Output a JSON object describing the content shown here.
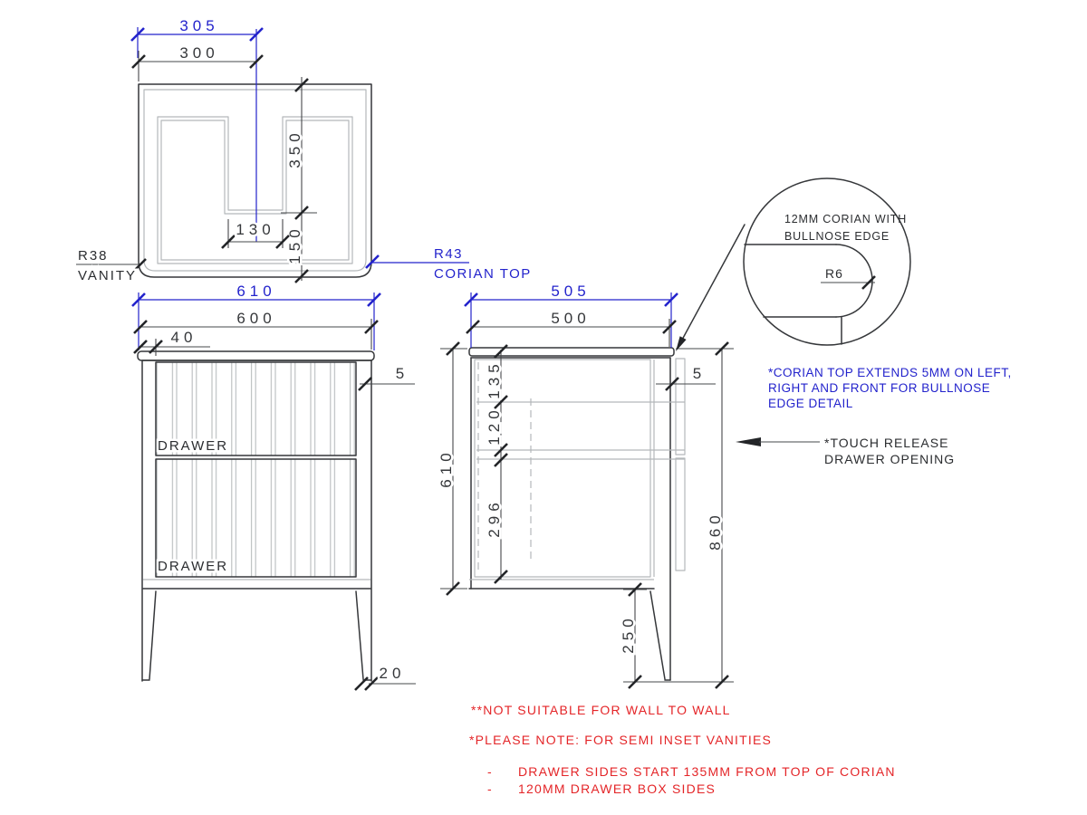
{
  "colors": {
    "dimension_blue": "#2323cc",
    "note_red": "#e42528",
    "line_dark": "#35373a",
    "line_gray": "#b4b8ba",
    "background": "#ffffff"
  },
  "top_view": {
    "dim_305": "305",
    "dim_300": "300",
    "dim_350": "350",
    "dim_150": "150",
    "dim_130": "130",
    "radius_left": "R38",
    "radius_left_label": "VANITY",
    "radius_right": "R43",
    "radius_right_label": "CORIAN TOP"
  },
  "front_view": {
    "dim_610": "610",
    "dim_600": "600",
    "dim_40": "40",
    "dim_5": "5",
    "dim_20": "20",
    "drawer_top": "DRAWER",
    "drawer_bottom": "DRAWER"
  },
  "side_view": {
    "dim_505": "505",
    "dim_500": "500",
    "dim_135": "135",
    "dim_120": "120",
    "dim_296": "296",
    "dim_610": "610",
    "dim_5": "5",
    "dim_860": "860",
    "dim_250": "250"
  },
  "detail_view": {
    "note_line1": "12MM CORIAN WITH",
    "note_line2": "BULLNOSE EDGE",
    "radius": "R6"
  },
  "annotations": {
    "corian_note_1": "*CORIAN TOP EXTENDS 5MM ON LEFT,",
    "corian_note_2": "RIGHT AND FRONT FOR BULLNOSE",
    "corian_note_3": "EDGE DETAIL",
    "touch_note_1": "*TOUCH RELEASE",
    "touch_note_2": "DRAWER OPENING"
  },
  "footnotes": {
    "note_1": "**NOT SUITABLE FOR WALL TO WALL",
    "note_2": "*PLEASE NOTE: FOR SEMI INSET VANITIES",
    "bullet_1_dash": "-",
    "bullet_1": "DRAWER SIDES START 135MM FROM TOP OF CORIAN",
    "bullet_2_dash": "-",
    "bullet_2": "120MM DRAWER BOX SIDES"
  }
}
